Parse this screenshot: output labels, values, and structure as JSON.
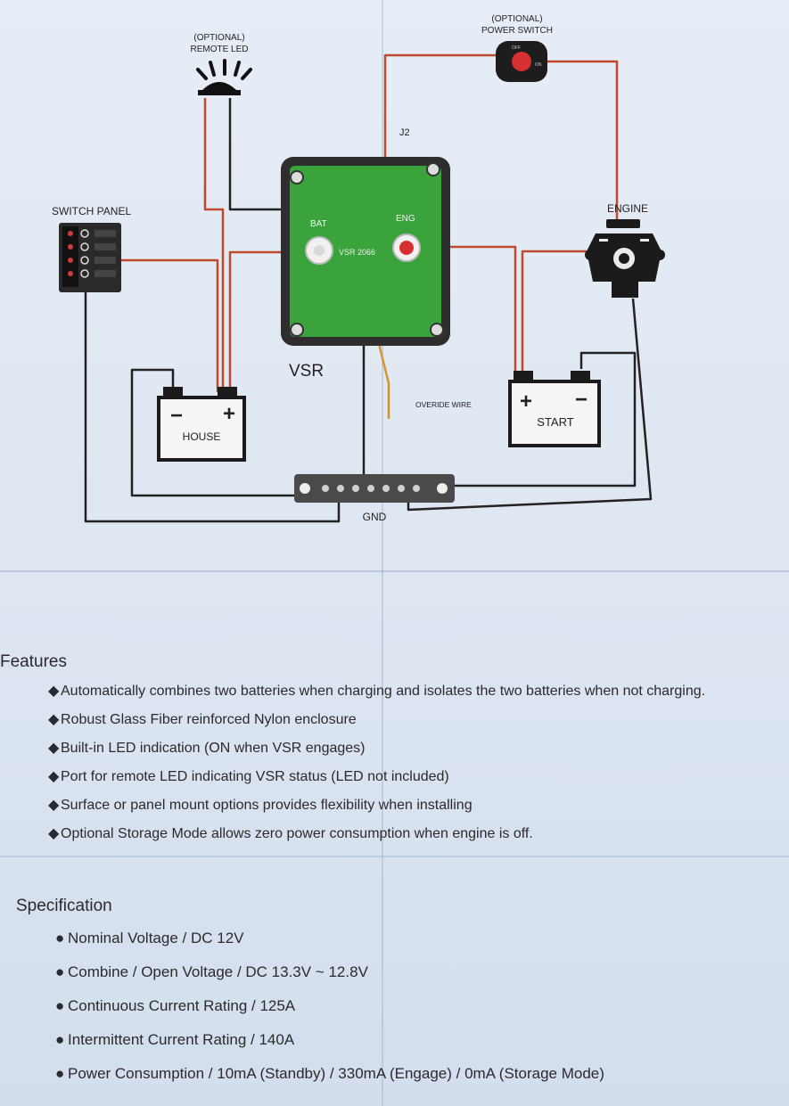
{
  "diagram": {
    "optional_led_line1": "(OPTIONAL)",
    "optional_led_line2": "REMOTE LED",
    "optional_switch_line1": "(OPTIONAL)",
    "optional_switch_line2": "POWER SWITCH",
    "switch_panel": "SWITCH PANEL",
    "engine": "ENGINE",
    "j2": "J2",
    "bat": "BAT",
    "eng": "ENG",
    "device_model": "VSR 2066",
    "vsr": "VSR",
    "override_wire": "OVERIDE WIRE",
    "house": "HOUSE",
    "start": "START",
    "gnd": "GND",
    "plus": "+",
    "minus": "−",
    "switch_off": "OFF",
    "switch_on": "ON"
  },
  "features": {
    "title": "Features",
    "items": [
      "Automatically combines two batteries when charging and isolates the two batteries when not charging.",
      "Robust Glass Fiber reinforced Nylon enclosure",
      "Built-in LED indication (ON when VSR engages)",
      "Port for remote LED indicating VSR status (LED not included)",
      "Surface or panel mount options provides flexibility when installing",
      "Optional Storage Mode allows zero power consumption when engine is off."
    ]
  },
  "specification": {
    "title": "Specification",
    "items": [
      "Nominal Voltage / DC 12V",
      "Combine / Open Voltage / DC 13.3V ~ 12.8V",
      "Continuous Current Rating / 125A",
      "Intermittent Current Rating / 140A",
      "Power Consumption / 10mA (Standby) / 330mA (Engage) / 0mA (Storage Mode)"
    ]
  },
  "colors": {
    "paper": "#e3eaf4",
    "wire_red": "#c0482c",
    "wire_black": "#222222",
    "wire_yellow": "#d8d84a",
    "wire_orange": "#d7922c",
    "vsr_green": "#3aa33c"
  }
}
